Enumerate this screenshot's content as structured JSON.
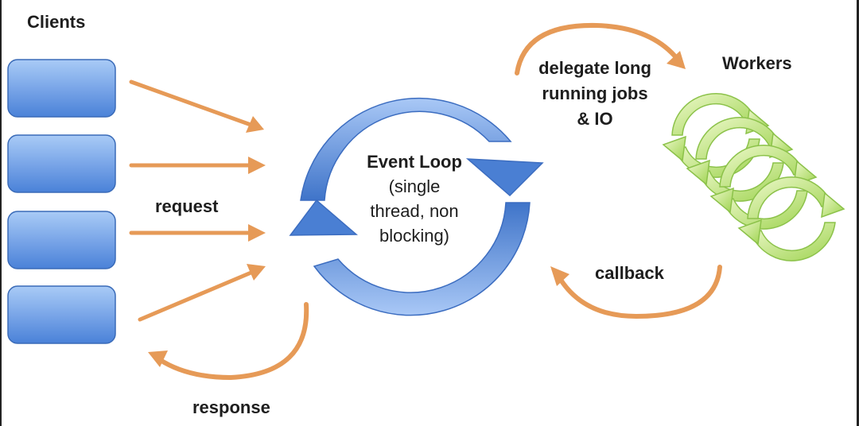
{
  "labels": {
    "clients": "Clients",
    "request": "request",
    "response": "response",
    "workers": "Workers",
    "callback": "callback",
    "delegate": [
      "delegate long",
      "running jobs",
      "& IO"
    ],
    "event_loop_title": "Event Loop",
    "event_loop_sub": [
      "(single",
      "thread, non",
      "blocking)"
    ]
  },
  "colors": {
    "client_box_top": "#9cc1f2",
    "client_box_bottom": "#4a82d8",
    "client_box_border": "#3a6bb8",
    "arrow_orange": "#e79a55",
    "loop_blue_light": "#a7c6f5",
    "loop_blue_dark": "#4a7fd3",
    "worker_green_light": "#e4f7b8",
    "worker_green_dark": "#9fd456"
  }
}
